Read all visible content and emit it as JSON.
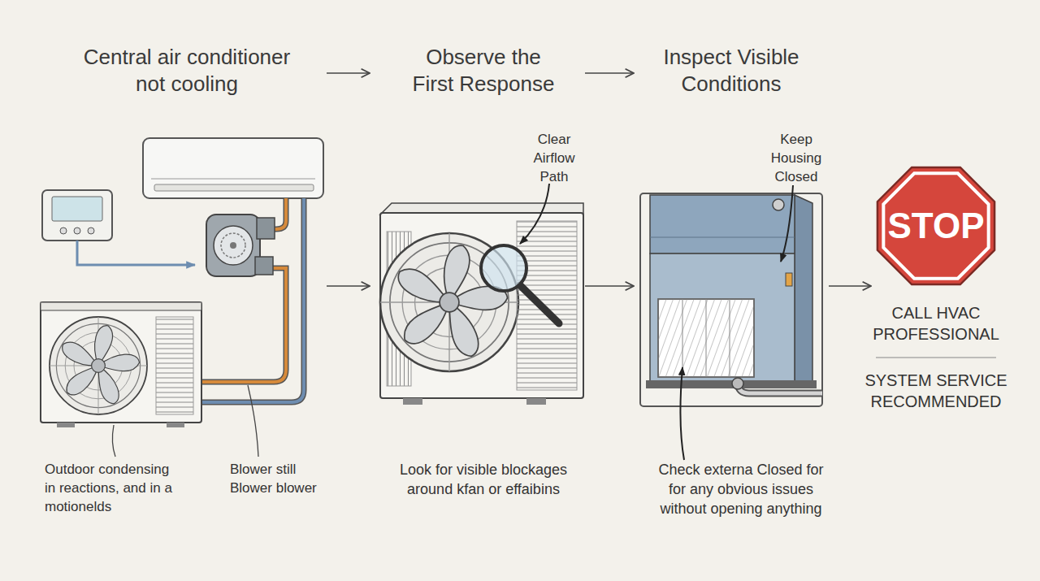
{
  "diagram": {
    "nodes": [
      {
        "text": [
          "Central air conditioner not cooling"
        ]
      },
      {
        "text": [
          "Observe the First Response",
          "Look for visible blockages around kfan or effaibins"
        ]
      },
      {
        "text": [
          "Inspect Visible Conditions",
          "Check externa Closed for for any obvious issues without opening anything"
        ]
      },
      {
        "text": [
          "STOP",
          "CALL HVAC PROFESSIONAL",
          "SYSTEM SERVICE RECOMMENDED"
        ]
      }
    ],
    "edges": [
      {
        "from": 0,
        "to": 1,
        "arrow": "to"
      },
      {
        "from": 0,
        "to": 1,
        "arrow": "to"
      },
      {
        "from": 1,
        "to": 2,
        "arrow": "to"
      },
      {
        "from": 1,
        "to": 2,
        "arrow": "to"
      },
      {
        "from": 2,
        "to": 3,
        "arrow": "to"
      }
    ],
    "labels": [
      "Outdoor condensing in reactions, and in a motionelds",
      "Blower still Blower blower",
      "Clear Airflow Path",
      "Keep Housing Closed"
    ]
  }
}
